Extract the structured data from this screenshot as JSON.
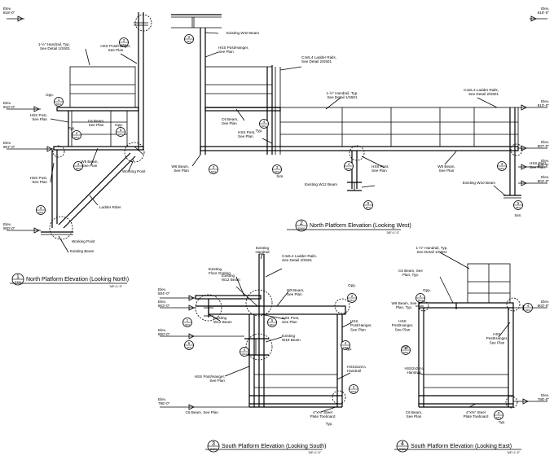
{
  "views": {
    "v1": {
      "number": "1",
      "sheet": "S300",
      "title": "North Platform Elevation (Looking North)",
      "scale": "3/8\"=1'-0\""
    },
    "v2": {
      "number": "2",
      "sheet": "S300",
      "title": "North Platform Elevation (Looking West)",
      "scale": "3/8\"=1'-0\""
    },
    "v3": {
      "number": "3",
      "sheet": "S300",
      "title": "South Platform Elevation (Looking South)",
      "scale": "3/8\"=1'-0\""
    },
    "v4": {
      "number": "4",
      "sheet": "S300",
      "title": "South Platform Elevation (Looking East)",
      "scale": "3/8\"=1'-0\""
    }
  },
  "elev_labels": {
    "top_left": [
      "Elev.",
      "818'-0\""
    ],
    "top_right": [
      "Elev.",
      "818'-0\""
    ],
    "v1_810": [
      "Elev.",
      "810'-0\""
    ],
    "v1_807": [
      "Elev.",
      "807'-0\""
    ],
    "v1_800": [
      "Elev.",
      "800'-0\""
    ],
    "v2_810": [
      "Elev.",
      "810'-0\""
    ],
    "v2_807": [
      "Elev.",
      "807'-0\""
    ],
    "v2_805": [
      "Elev.",
      "805'-0\""
    ],
    "v2_804": [
      "Elev.",
      "804'-0\""
    ],
    "v3_804": [
      "Elev.",
      "804'-0\""
    ],
    "v3_803": [
      "Elev.",
      "803'-0\""
    ],
    "v3_800": [
      "Elev.",
      "800'-0\""
    ],
    "v3_795": [
      "Elev.",
      "795'-0\""
    ],
    "v4_803": [
      "Elev.",
      "803'-0\""
    ],
    "v4_795": [
      "Elev.",
      "795'-0\""
    ]
  },
  "notes": {
    "v1_handrail": [
      "1-½\" Handrail, Typ.",
      "See Detail 1/S501"
    ],
    "v1_hss_hanger": [
      "HSS Post/Hanger,",
      "See Plan"
    ],
    "v1_hss_post": [
      "HSS Post,",
      "See Plan"
    ],
    "v1_c6": [
      "C6 Beam,",
      "See Plan"
    ],
    "v1_w8": [
      "W8 Beam,",
      "See Plan"
    ],
    "v1_hss_post2": [
      "HSS Post,",
      "See Plan"
    ],
    "v1_working_top": [
      "Working Point"
    ],
    "v1_ladder": [
      "Ladder Rider"
    ],
    "v1_working_bot": [
      "Working Point"
    ],
    "v1_existing": [
      "Existing Beam"
    ],
    "v1_typ1": [
      "Opp."
    ],
    "v1_typ2": [
      "Typ."
    ],
    "v1_opp3": [
      "Opp."
    ],
    "v2_w10": [
      "Existing W10 Beam"
    ],
    "v2_hss_hanger": [
      "HSS Post/Hanger,",
      "See Plan"
    ],
    "v2_c4_rails": [
      "C4x5.4 Ladder Rails,",
      "See Detail 2/S501"
    ],
    "v2_handrail": [
      "1-½\" Handrail, Typ.",
      "See Detail 1/S501"
    ],
    "v2_c4_rails2": [
      "C4x5.4 Ladder Rails,",
      "See Detail 2/S501"
    ],
    "v2_c6": [
      "C6 Beam,",
      "See Plan"
    ],
    "v2_hss_post": [
      "HSS Post,",
      "See Plan"
    ],
    "v2_w8_left": [
      "W8 Beam,",
      "See Plan"
    ],
    "v2_w12": [
      "Existing W12 Beam"
    ],
    "v2_hss_post2": [
      "HSS Post,",
      "See Plan"
    ],
    "v2_w8_right": [
      "W8 Beam,",
      "See Plan"
    ],
    "v2_w10_right": [
      "Existing W10 Beam"
    ],
    "v2_hss_post3": [
      "HSS Post,",
      "See Plan"
    ],
    "v2_typ": [
      "Typ."
    ],
    "v2_sim1": [
      "Sim."
    ],
    "v2_sim2": [
      "Sim."
    ],
    "v3_exist_handrail": [
      "Existing",
      "Handrail"
    ],
    "v3_c4_rails": [
      "C4x5.4 Ladder Rails,",
      "See Detail 2/S501"
    ],
    "v3_exist_grating": [
      "Existing",
      "Floor Grating"
    ],
    "v3_exist_w12_top": [
      "Existing",
      "W12 Beam"
    ],
    "v3_w8": [
      "W8 Beam,",
      "See Plan"
    ],
    "v3_exist_w12": [
      "Existing",
      "W12 Beam"
    ],
    "v3_hss_post": [
      "HSS Post,",
      "See Plan"
    ],
    "v3_exist_w18": [
      "Existing",
      "W18 Beam"
    ],
    "v3_hss_hanger_r": [
      "HSS",
      "Post/Hanger,",
      "See Plan"
    ],
    "v3_hss_hanger_l": [
      "HSS Post/Hanger,",
      "See Plan"
    ],
    "v3_hss_handrail": [
      "HSS2x2x¼",
      "Handrail"
    ],
    "v3_c6": [
      "C6 Beam, See Plan"
    ],
    "v3_toeboard": [
      "4\"x⅜\" Steel",
      "Plate Toeboard"
    ],
    "v3_opp": [
      "Opp."
    ],
    "v3_typ": [
      "Typ."
    ],
    "v3_typ2": [
      "Typ."
    ],
    "v4_handrail": [
      "1-½\" Handrail, Typ.",
      "See Detail 1/S501"
    ],
    "v4_c6_top": [
      "C6 Beam, See",
      "Plan, Typ."
    ],
    "v4_w8": [
      "W8 Beam, See",
      "Plan, Typ."
    ],
    "v4_hss_left": [
      "HSS",
      "Post/Hanger,",
      "See Plan"
    ],
    "v4_hss_right": [
      "HSS",
      "Post/Hanger,",
      "See Plan"
    ],
    "v4_hss_handrail": [
      "HSS2x2x¼",
      "Handrail"
    ],
    "v4_c6": [
      "C6 Beam,",
      "See Plan"
    ],
    "v4_toeboard": [
      "4\"x⅜\" Steel",
      "Plate Toeboard"
    ],
    "v4_opp": [
      "Opp."
    ],
    "v4_typ": [
      "Typ."
    ],
    "v4_typ2": [
      "Typ."
    ]
  },
  "bubbles": {
    "b_top_l": [
      "2",
      "S501"
    ],
    "b_top_m": [
      "2",
      "S501"
    ],
    "b_v1_a": [
      "1",
      "S501"
    ],
    "b_v1_b": [
      "4",
      "S501"
    ],
    "b_v1_c": [
      "3",
      "S501"
    ],
    "b_v1_d": [
      "3",
      "S501"
    ],
    "b_v1_e": [
      "4",
      "S501"
    ],
    "b_v2_a": [
      "4",
      "S501"
    ],
    "b_v2_b": [
      "3",
      "S501"
    ],
    "b_v2_c": [
      "3",
      "S501"
    ],
    "b_v2_d": [
      "4",
      "S501"
    ],
    "b_v2_e": [
      "5",
      "S501"
    ],
    "b_v2_f": [
      "3",
      "S501"
    ],
    "b_v2_g": [
      "5",
      "S501"
    ],
    "b_v3_a": [
      "1",
      "S501"
    ],
    "b_v3_b": [
      "2",
      "S501"
    ],
    "b_v3_c": [
      "3",
      "S501"
    ],
    "b_v3_d": [
      "4",
      "S501"
    ],
    "b_v3_e": [
      "5",
      "S501"
    ],
    "b_v3_f": [
      "6",
      "S501"
    ],
    "b_v3_g": [
      "4",
      "S501"
    ],
    "b_v4_a": [
      "1",
      "S501"
    ],
    "b_v4_b": [
      "4",
      "S501"
    ],
    "b_v4_c": [
      "6",
      "S501"
    ],
    "b_v4_d": [
      "3",
      "S501"
    ]
  }
}
